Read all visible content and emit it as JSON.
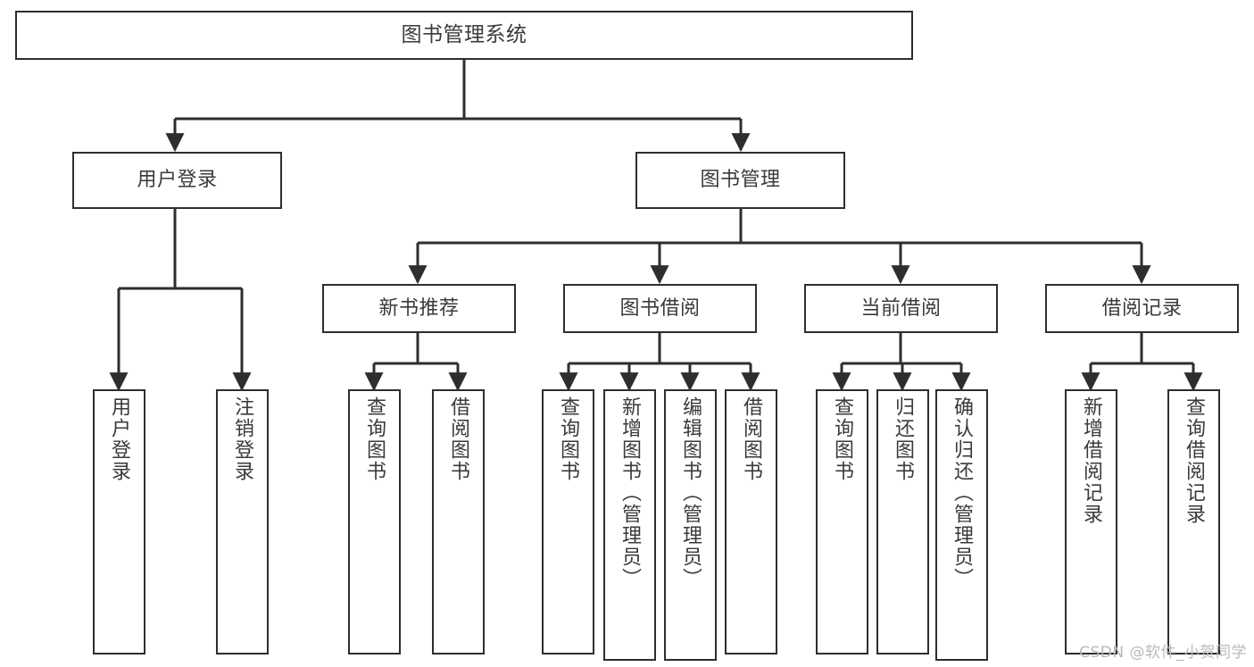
{
  "diagram": {
    "type": "tree-hierarchy-chart",
    "title": "图书管理系统",
    "watermark": "CSDN @软件_小贺同学",
    "colors": {
      "stroke": "#2e2e2e",
      "text": "#3a3a3a",
      "background": "#ffffff",
      "watermark": "#b9b9b9"
    },
    "nodes": {
      "root": "图书管理系统",
      "level2": [
        "用户登录",
        "图书管理"
      ],
      "level3": [
        "新书推荐",
        "图书借阅",
        "当前借阅",
        "借阅记录"
      ],
      "leaves": {
        "user_login": [
          "用户登录",
          "注销登录"
        ],
        "new_book_rec": [
          "查询图书",
          "借阅图书"
        ],
        "book_borrow": [
          "查询图书",
          "新增图书（管理员）",
          "编辑图书（管理员）",
          "借阅图书"
        ],
        "current_borrow": [
          "查询图书",
          "归还图书",
          "确认归还（管理员）"
        ],
        "borrow_record": [
          "新增借阅记录",
          "查询借阅记录"
        ]
      }
    },
    "edges": [
      {
        "from": "图书管理系统",
        "to": "用户登录"
      },
      {
        "from": "图书管理系统",
        "to": "图书管理"
      },
      {
        "from": "用户登录",
        "to": "用户登录"
      },
      {
        "from": "用户登录",
        "to": "注销登录"
      },
      {
        "from": "图书管理",
        "to": "新书推荐"
      },
      {
        "from": "图书管理",
        "to": "图书借阅"
      },
      {
        "from": "图书管理",
        "to": "当前借阅"
      },
      {
        "from": "图书管理",
        "to": "借阅记录"
      },
      {
        "from": "新书推荐",
        "to": "查询图书"
      },
      {
        "from": "新书推荐",
        "to": "借阅图书"
      },
      {
        "from": "图书借阅",
        "to": "查询图书"
      },
      {
        "from": "图书借阅",
        "to": "新增图书（管理员）"
      },
      {
        "from": "图书借阅",
        "to": "编辑图书（管理员）"
      },
      {
        "from": "图书借阅",
        "to": "借阅图书"
      },
      {
        "from": "当前借阅",
        "to": "查询图书"
      },
      {
        "from": "当前借阅",
        "to": "归还图书"
      },
      {
        "from": "当前借阅",
        "to": "确认归还（管理员）"
      },
      {
        "from": "借阅记录",
        "to": "新增借阅记录"
      },
      {
        "from": "借阅记录",
        "to": "查询借阅记录"
      }
    ]
  }
}
